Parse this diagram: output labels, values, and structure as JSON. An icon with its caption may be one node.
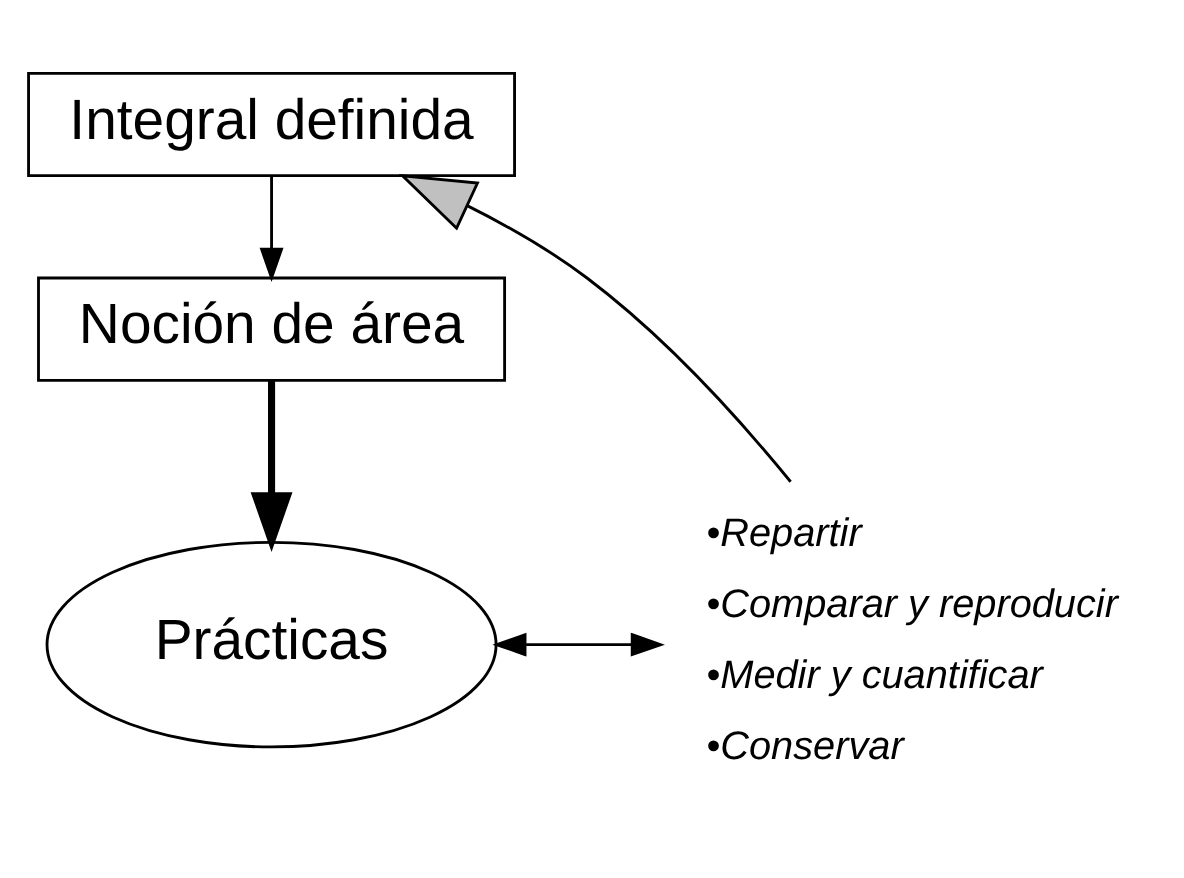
{
  "diagram": {
    "nodes": [
      {
        "text": [
          "Integral definida"
        ]
      },
      {
        "text": [
          "Noción de área"
        ]
      },
      {
        "text": [
          "Prácticas"
        ]
      },
      {
        "text": [
          "•Repartir",
          "•Comparar y reproducir",
          "•Medir y cuantificar",
          "•Conservar"
        ]
      }
    ],
    "edges": [
      {
        "from": 0,
        "to": 1,
        "arrow": "to"
      },
      {
        "from": 1,
        "to": 2,
        "arrow": "to",
        "style": "thick"
      },
      {
        "from": 2,
        "to": 3,
        "arrow": "both"
      },
      {
        "from": 3,
        "to": 0,
        "arrow": "to"
      }
    ]
  }
}
